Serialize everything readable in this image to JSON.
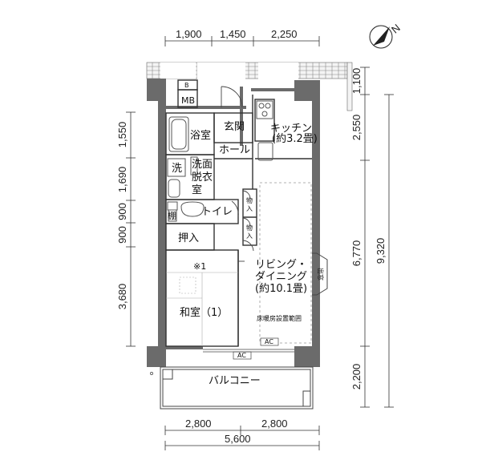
{
  "dimensions": {
    "top": [
      "1,900",
      "1,450",
      "2,250"
    ],
    "bottom_parts": [
      "2,800",
      "2,800"
    ],
    "bottom_total": "5,600",
    "left": [
      "1,550",
      "1,690",
      "900",
      "900",
      "3,680"
    ],
    "right_inner": [
      "1,100",
      "2,550",
      "6,770",
      "2,200"
    ],
    "right_total": "9,320"
  },
  "rooms": {
    "mb": "MB",
    "b": "B",
    "bath": "浴室",
    "entrance": "玄関",
    "kitchen": "キッチン",
    "kitchen_area": "(約3.2畳)",
    "hall": "ホール",
    "wash_mark": "洗",
    "washroom_line1": "洗面",
    "washroom_line2": "脱衣",
    "washroom_line3": "室",
    "shelf": "棚",
    "toilet": "トイレ",
    "storage1": "物",
    "storage2": "入",
    "closet": "押入",
    "note": "※1",
    "living_line1": "リビング・",
    "living_line2": "ダイニング",
    "living_area": "(約10.1畳)",
    "floor_heating": "床暖房設置範囲",
    "bay_window": "出窓",
    "japanese_room": "和室（1）",
    "ac": "AC",
    "balcony": "バルコニー"
  },
  "compass": {
    "label": "N"
  }
}
